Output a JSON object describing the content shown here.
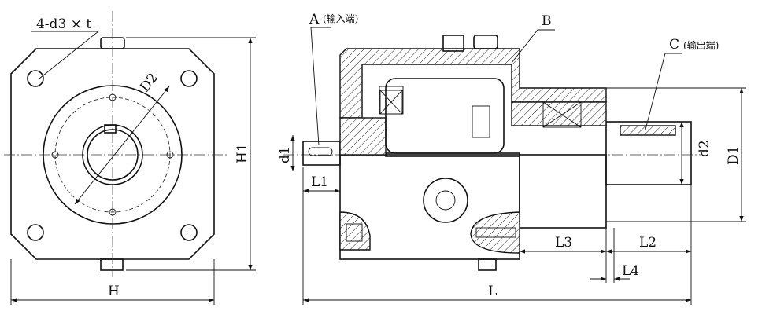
{
  "left_view": {
    "hole_spec": "4-d3 × t",
    "pitch_diameter": "D2",
    "height": "H1",
    "width": "H"
  },
  "right_view": {
    "input_label": "A",
    "input_note": "(输入端)",
    "housing_label": "B",
    "output_label": "C",
    "output_note": "(输出端)",
    "input_shaft_dia": "d1",
    "input_shaft_len": "L1",
    "output_shaft_dia": "d2",
    "flange_dia": "D1",
    "dim_l3": "L3",
    "dim_l2": "L2",
    "dim_l4": "L4",
    "total_length": "L"
  }
}
